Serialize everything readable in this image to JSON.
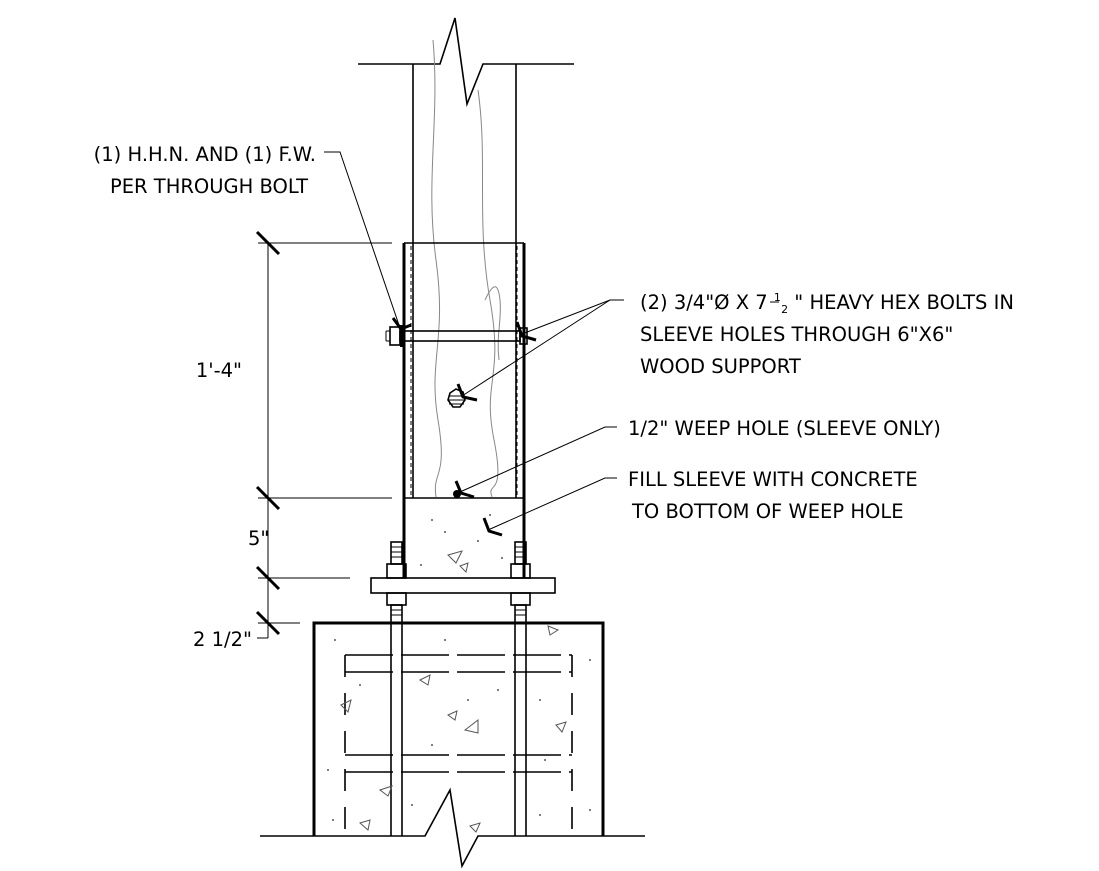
{
  "notes": {
    "nut_washer": [
      "(1) H.H.N. AND (1) F.W.",
      "PER THROUGH BOLT"
    ],
    "bolts": {
      "prefix": "(2) 3/4\"Ø X 7",
      "frac_num": "1",
      "frac_den": "2",
      "suffix": "\" HEAVY HEX BOLTS IN",
      "line2": "SLEEVE HOLES THROUGH 6\"X6\"",
      "line3": "WOOD SUPPORT"
    },
    "weep_hole": "1/2\" WEEP HOLE (SLEEVE ONLY)",
    "fill": [
      "FILL SLEEVE WITH CONCRETE",
      "TO BOTTOM OF WEEP HOLE"
    ]
  },
  "dimensions": {
    "sleeve_height": "1'-4\"",
    "concrete_fill": "5\"",
    "base_plate": "2 1/2\""
  },
  "colors": {
    "line": "#000000",
    "wood_grain": "#888888",
    "aggregate": "#555555"
  }
}
